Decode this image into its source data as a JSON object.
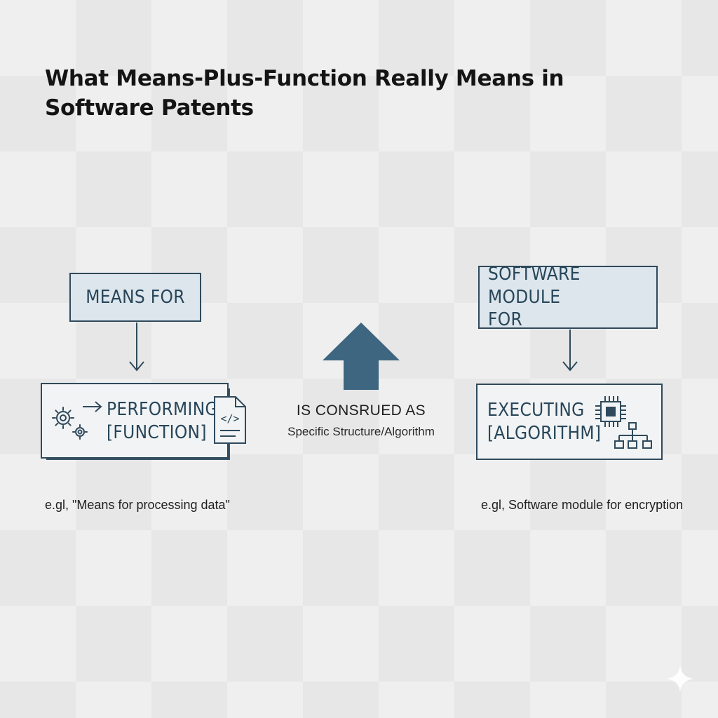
{
  "title": "What Means-Plus-Function Really Means in Software Patents",
  "left": {
    "top_box_label": "MEANS FOR",
    "bottom_box_label": "PERFORMING\n[FUNCTION]",
    "caption": "e.gl, \"Means for processing data\"",
    "icons": [
      "gears-icon",
      "right-arrow-icon",
      "code-file-icon"
    ]
  },
  "center": {
    "main_label": "IS CONSRUED AS",
    "sub_label": "Specific Structure/Algorithm",
    "arrow_icon": "up-arrow-icon"
  },
  "right": {
    "top_box_label": "SOFTWARE MODULE\nFOR",
    "bottom_box_label": "EXECUTING\n[ALGORITHM]",
    "caption": "e.gl, Software module for encryption",
    "icons": [
      "chip-icon",
      "flowchart-icon"
    ]
  },
  "colors": {
    "stroke": "#2f4a5c",
    "text": "#28465a",
    "filled_box": "#dde6ec",
    "big_arrow": "#3e6680",
    "background": "#efefef"
  },
  "corner_icon": "sparkle-icon"
}
